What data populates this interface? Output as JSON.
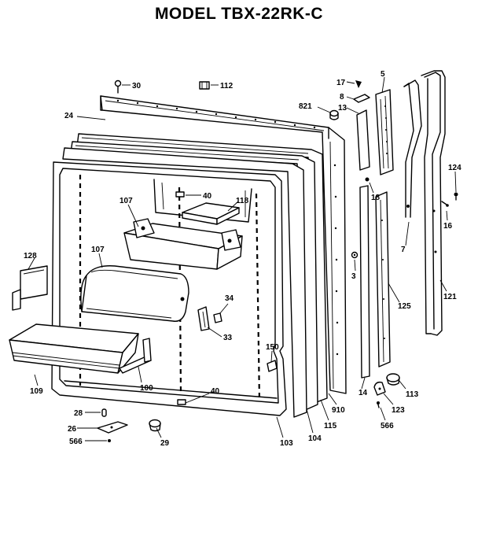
{
  "title": "MODEL TBX-22RK-C",
  "parts": [
    {
      "id": "p30",
      "label": "30"
    },
    {
      "id": "p112",
      "label": "112"
    },
    {
      "id": "p24",
      "label": "24"
    },
    {
      "id": "p821",
      "label": "821"
    },
    {
      "id": "p17",
      "label": "17"
    },
    {
      "id": "p8",
      "label": "8"
    },
    {
      "id": "p5",
      "label": "5"
    },
    {
      "id": "p13",
      "label": "13"
    },
    {
      "id": "p107a",
      "label": "107"
    },
    {
      "id": "p40a",
      "label": "40"
    },
    {
      "id": "p118",
      "label": "118"
    },
    {
      "id": "p18",
      "label": "18"
    },
    {
      "id": "p124",
      "label": "124"
    },
    {
      "id": "p128",
      "label": "128"
    },
    {
      "id": "p107b",
      "label": "107"
    },
    {
      "id": "p7",
      "label": "7"
    },
    {
      "id": "p16",
      "label": "16"
    },
    {
      "id": "p3",
      "label": "3"
    },
    {
      "id": "p34",
      "label": "34"
    },
    {
      "id": "p33",
      "label": "33"
    },
    {
      "id": "p125",
      "label": "125"
    },
    {
      "id": "p121",
      "label": "121"
    },
    {
      "id": "p150",
      "label": "150"
    },
    {
      "id": "p109",
      "label": "109"
    },
    {
      "id": "p100",
      "label": "100"
    },
    {
      "id": "p40b",
      "label": "40"
    },
    {
      "id": "p14",
      "label": "14"
    },
    {
      "id": "p113",
      "label": "113"
    },
    {
      "id": "p28",
      "label": "28"
    },
    {
      "id": "p910",
      "label": "910"
    },
    {
      "id": "p123",
      "label": "123"
    },
    {
      "id": "p26",
      "label": "26"
    },
    {
      "id": "p115",
      "label": "115"
    },
    {
      "id": "p566a",
      "label": "566"
    },
    {
      "id": "p29",
      "label": "29"
    },
    {
      "id": "p103",
      "label": "103"
    },
    {
      "id": "p104",
      "label": "104"
    },
    {
      "id": "p566b",
      "label": "566"
    }
  ]
}
